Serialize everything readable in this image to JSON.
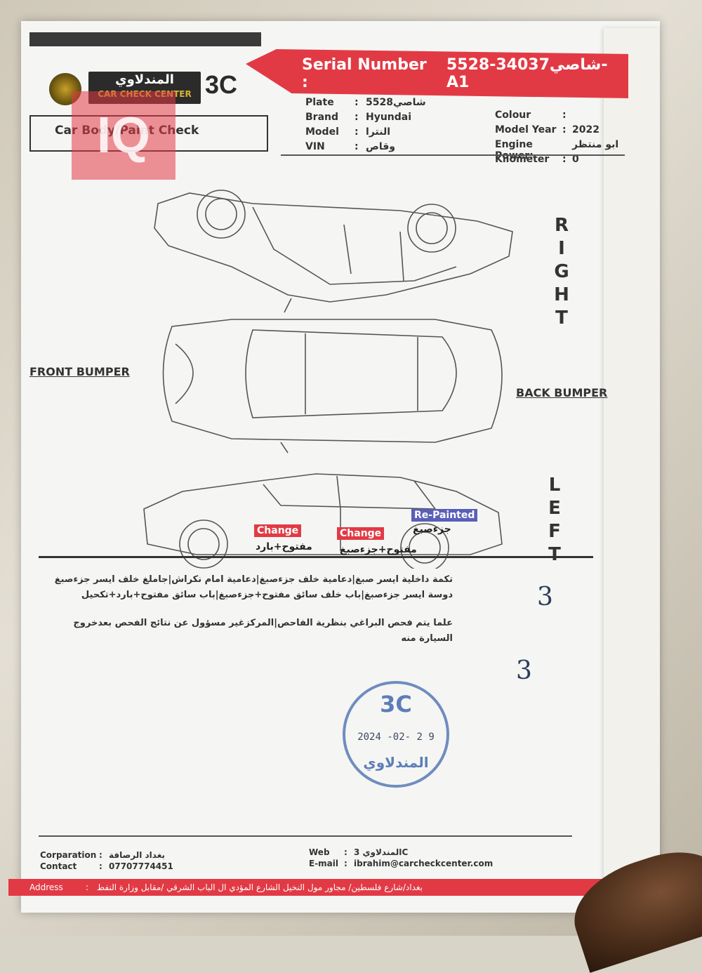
{
  "header": {
    "serial_label": "Serial Number :",
    "serial_value": "شاصي34037-5528-A1",
    "logo_ar": "المندلاوي",
    "logo_en": "CAR CHECK CENTER",
    "logo_3c": "3C",
    "section_title": "Car Body/Paint Check"
  },
  "watermark": "IQ",
  "vehicle": {
    "plate_label": "Plate",
    "plate_value": "شاصي5528",
    "brand_label": "Brand",
    "brand_value": "Hyundai",
    "model_label": "Model",
    "model_value": "النترا",
    "vin_label": "VIN",
    "vin_value": "وقاص",
    "colour_label": "Colour",
    "colour_value": "",
    "year_label": "Model Year",
    "year_value": "2022",
    "engine_label": "Engine Power:",
    "engine_value": "ابو منتظر",
    "km_label": "Kilometer",
    "km_value": "0",
    "colon": ":"
  },
  "diagram": {
    "right_letters": [
      "R",
      "I",
      "G",
      "H",
      "T"
    ],
    "left_letters": [
      "L",
      "E",
      "F",
      "T"
    ],
    "front_bumper": "FRONT BUMPER",
    "back_bumper": "BACK BUMPER",
    "tag_change_1": "Change",
    "tag_change_2": "Change",
    "tag_repainted": "Re-Painted",
    "note_1": "مفتوح+بارد",
    "note_2": "مفتوح+جزءصبغ",
    "note_3": "جزءصبغ"
  },
  "notes": {
    "line_1": "تكمة داخلية ايسر صبغ|دعامية خلف جزءصبغ|دعامية امام نكراش|جاملغ خلف ايسر جزءصبغ",
    "line_2": "دوسة ايسر جزءصبغ|باب خلف سائق مفتوح+جزءصبغ|باب سائق مفتوح+بارد+تكحيل",
    "disclaimer": "علما يتم فحص البراغي بنظرية الفاحص|المركزغير مسؤول عن نتائج الفحص بعدخروج السيارة منه",
    "sign_mark": "3"
  },
  "stamp": {
    "logo": "3C",
    "date": "2024 -02- 2 9",
    "name": "المندلاوي"
  },
  "footer": {
    "corp_label": "Corparation",
    "corp_value": "بغداد الرصافة",
    "contact_label": "Contact",
    "contact_value": "07707774451",
    "web_label": "Web",
    "web_value": "المندلاوي 3C",
    "email_label": "E-mail",
    "email_value": "ibrahim@carcheckcenter.com",
    "address_label": "Address",
    "address_value": "بغداد/شارع فلسطين/ مجاور مول النخيل الشارع المؤدي ال الباب الشرقي /مقابل وزارة النفط",
    "colon": ":"
  },
  "colors": {
    "accent_red": "#e23a45",
    "repaint_blue": "#5a5fb8",
    "stamp_blue": "#375faa"
  }
}
